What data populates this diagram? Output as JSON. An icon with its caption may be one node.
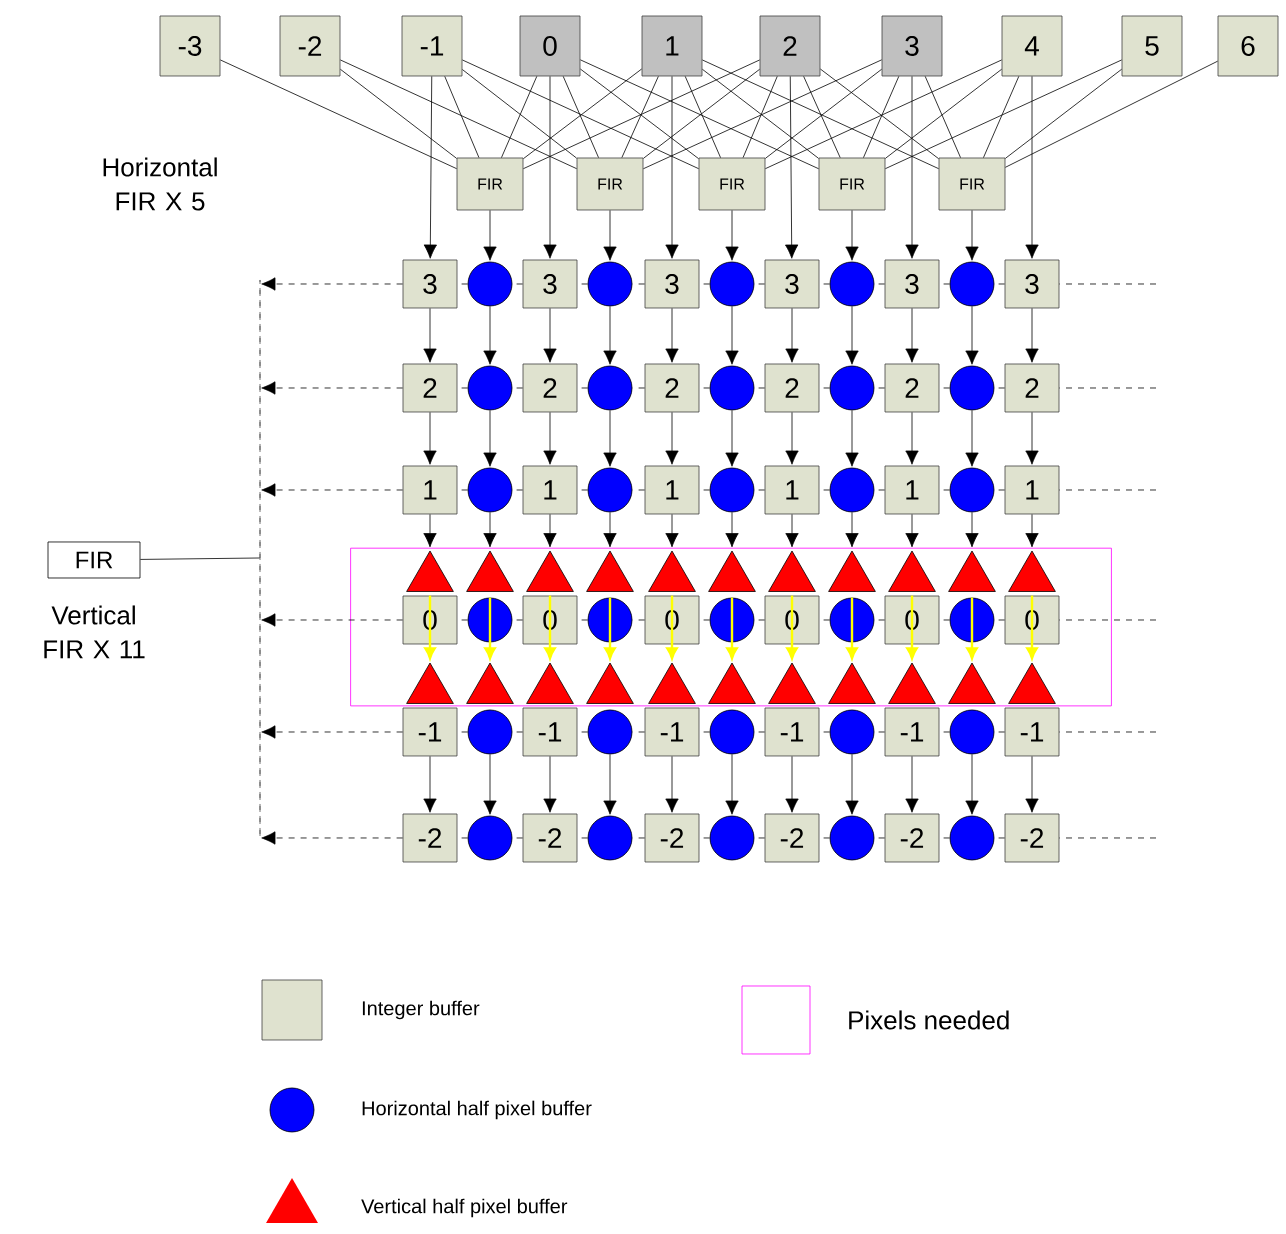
{
  "diagram": {
    "nodes": [
      {
        "text": [
          "-3"
        ]
      },
      {
        "text": [
          "-2"
        ]
      },
      {
        "text": [
          "-1"
        ]
      },
      {
        "text": [
          "0"
        ]
      },
      {
        "text": [
          "1"
        ]
      },
      {
        "text": [
          "2"
        ]
      },
      {
        "text": [
          "3"
        ]
      },
      {
        "text": [
          "4"
        ]
      },
      {
        "text": [
          "5"
        ]
      },
      {
        "text": [
          "6"
        ]
      },
      {
        "text": [
          "FIR"
        ]
      },
      {
        "text": [
          "FIR"
        ]
      },
      {
        "text": [
          "FIR"
        ]
      },
      {
        "text": [
          "FIR"
        ]
      },
      {
        "text": [
          "FIR"
        ]
      },
      {
        "text": [
          "3"
        ]
      },
      {
        "text": [],
        "shape": "circle"
      },
      {
        "text": [
          "3"
        ]
      },
      {
        "text": [],
        "shape": "circle"
      },
      {
        "text": [
          "3"
        ]
      },
      {
        "text": [],
        "shape": "circle"
      },
      {
        "text": [
          "3"
        ]
      },
      {
        "text": [],
        "shape": "circle"
      },
      {
        "text": [
          "3"
        ]
      },
      {
        "text": [],
        "shape": "circle"
      },
      {
        "text": [
          "3"
        ]
      },
      {
        "text": [
          "2"
        ]
      },
      {
        "text": [],
        "shape": "circle"
      },
      {
        "text": [
          "2"
        ]
      },
      {
        "text": [],
        "shape": "circle"
      },
      {
        "text": [
          "2"
        ]
      },
      {
        "text": [],
        "shape": "circle"
      },
      {
        "text": [
          "2"
        ]
      },
      {
        "text": [],
        "shape": "circle"
      },
      {
        "text": [
          "2"
        ]
      },
      {
        "text": [],
        "shape": "circle"
      },
      {
        "text": [
          "2"
        ]
      },
      {
        "text": [
          "1"
        ]
      },
      {
        "text": [],
        "shape": "circle"
      },
      {
        "text": [
          "1"
        ]
      },
      {
        "text": [],
        "shape": "circle"
      },
      {
        "text": [
          "1"
        ]
      },
      {
        "text": [],
        "shape": "circle"
      },
      {
        "text": [
          "1"
        ]
      },
      {
        "text": [],
        "shape": "circle"
      },
      {
        "text": [
          "1"
        ]
      },
      {
        "text": [],
        "shape": "circle"
      },
      {
        "text": [
          "1"
        ]
      },
      {
        "text": [],
        "shape": "box"
      },
      {
        "text": [],
        "shape": "triangle",
        "in": 48
      },
      {
        "text": [],
        "shape": "triangle",
        "in": 48
      },
      {
        "text": [],
        "shape": "triangle",
        "in": 48
      },
      {
        "text": [],
        "shape": "triangle",
        "in": 48
      },
      {
        "text": [],
        "shape": "triangle",
        "in": 48
      },
      {
        "text": [],
        "shape": "triangle",
        "in": 48
      },
      {
        "text": [],
        "shape": "triangle",
        "in": 48
      },
      {
        "text": [],
        "shape": "triangle",
        "in": 48
      },
      {
        "text": [],
        "shape": "triangle",
        "in": 48
      },
      {
        "text": [],
        "shape": "triangle",
        "in": 48
      },
      {
        "text": [],
        "shape": "triangle",
        "in": 48
      },
      {
        "text": [
          "0"
        ],
        "in": 48
      },
      {
        "text": [],
        "shape": "circle",
        "in": 48
      },
      {
        "text": [
          "0"
        ],
        "in": 48
      },
      {
        "text": [],
        "shape": "circle",
        "in": 48
      },
      {
        "text": [
          "0"
        ],
        "in": 48
      },
      {
        "text": [],
        "shape": "circle",
        "in": 48
      },
      {
        "text": [
          "0"
        ],
        "in": 48
      },
      {
        "text": [],
        "shape": "circle",
        "in": 48
      },
      {
        "text": [
          "0"
        ],
        "in": 48
      },
      {
        "text": [],
        "shape": "circle",
        "in": 48
      },
      {
        "text": [
          "0"
        ],
        "in": 48
      },
      {
        "text": [],
        "shape": "triangle",
        "in": 48
      },
      {
        "text": [],
        "shape": "triangle",
        "in": 48
      },
      {
        "text": [],
        "shape": "triangle",
        "in": 48
      },
      {
        "text": [],
        "shape": "triangle",
        "in": 48
      },
      {
        "text": [],
        "shape": "triangle",
        "in": 48
      },
      {
        "text": [],
        "shape": "triangle",
        "in": 48
      },
      {
        "text": [],
        "shape": "triangle",
        "in": 48
      },
      {
        "text": [],
        "shape": "triangle",
        "in": 48
      },
      {
        "text": [],
        "shape": "triangle",
        "in": 48
      },
      {
        "text": [],
        "shape": "triangle",
        "in": 48
      },
      {
        "text": [],
        "shape": "triangle",
        "in": 48
      },
      {
        "text": [
          "-1"
        ]
      },
      {
        "text": [],
        "shape": "circle"
      },
      {
        "text": [
          "-1"
        ]
      },
      {
        "text": [],
        "shape": "circle"
      },
      {
        "text": [
          "-1"
        ]
      },
      {
        "text": [],
        "shape": "circle"
      },
      {
        "text": [
          "-1"
        ]
      },
      {
        "text": [],
        "shape": "circle"
      },
      {
        "text": [
          "-1"
        ]
      },
      {
        "text": [],
        "shape": "circle"
      },
      {
        "text": [
          "-1"
        ]
      },
      {
        "text": [
          "-2"
        ]
      },
      {
        "text": [],
        "shape": "circle"
      },
      {
        "text": [
          "-2"
        ]
      },
      {
        "text": [],
        "shape": "circle"
      },
      {
        "text": [
          "-2"
        ]
      },
      {
        "text": [],
        "shape": "circle"
      },
      {
        "text": [
          "-2"
        ]
      },
      {
        "text": [],
        "shape": "circle"
      },
      {
        "text": [
          "-2"
        ]
      },
      {
        "text": [],
        "shape": "circle"
      },
      {
        "text": [
          "-2"
        ]
      },
      {
        "text": [
          "FIR"
        ],
        "beside": [
          "Vertical FIR X 11"
        ]
      },
      {
        "text": [],
        "shape": "bar"
      }
    ],
    "edges": [
      {
        "from": 0,
        "to": 10,
        "arrow": "none"
      },
      {
        "from": 1,
        "to": 10,
        "arrow": "none"
      },
      {
        "from": 2,
        "to": 10,
        "arrow": "none"
      },
      {
        "from": 3,
        "to": 10,
        "arrow": "none"
      },
      {
        "from": 4,
        "to": 10,
        "arrow": "none"
      },
      {
        "from": 5,
        "to": 10,
        "arrow": "none"
      },
      {
        "from": 1,
        "to": 11,
        "arrow": "none"
      },
      {
        "from": 2,
        "to": 11,
        "arrow": "none"
      },
      {
        "from": 3,
        "to": 11,
        "arrow": "none"
      },
      {
        "from": 4,
        "to": 11,
        "arrow": "none"
      },
      {
        "from": 5,
        "to": 11,
        "arrow": "none"
      },
      {
        "from": 6,
        "to": 11,
        "arrow": "none"
      },
      {
        "from": 2,
        "to": 12,
        "arrow": "none"
      },
      {
        "from": 3,
        "to": 12,
        "arrow": "none"
      },
      {
        "from": 4,
        "to": 12,
        "arrow": "none"
      },
      {
        "from": 5,
        "to": 12,
        "arrow": "none"
      },
      {
        "from": 6,
        "to": 12,
        "arrow": "none"
      },
      {
        "from": 7,
        "to": 12,
        "arrow": "none"
      },
      {
        "from": 3,
        "to": 13,
        "arrow": "none"
      },
      {
        "from": 4,
        "to": 13,
        "arrow": "none"
      },
      {
        "from": 5,
        "to": 13,
        "arrow": "none"
      },
      {
        "from": 6,
        "to": 13,
        "arrow": "none"
      },
      {
        "from": 7,
        "to": 13,
        "arrow": "none"
      },
      {
        "from": 8,
        "to": 13,
        "arrow": "none"
      },
      {
        "from": 4,
        "to": 14,
        "arrow": "none"
      },
      {
        "from": 5,
        "to": 14,
        "arrow": "none"
      },
      {
        "from": 6,
        "to": 14,
        "arrow": "none"
      },
      {
        "from": 7,
        "to": 14,
        "arrow": "none"
      },
      {
        "from": 8,
        "to": 14,
        "arrow": "none"
      },
      {
        "from": 9,
        "to": 14,
        "arrow": "none"
      },
      {
        "from": 2,
        "to": 15,
        "arrow": "to"
      },
      {
        "from": 3,
        "to": 17,
        "arrow": "to"
      },
      {
        "from": 4,
        "to": 19,
        "arrow": "to"
      },
      {
        "from": 5,
        "to": 21,
        "arrow": "to"
      },
      {
        "from": 6,
        "to": 23,
        "arrow": "to"
      },
      {
        "from": 7,
        "to": 25,
        "arrow": "to"
      },
      {
        "from": 10,
        "to": 16,
        "arrow": "to"
      },
      {
        "from": 11,
        "to": 18,
        "arrow": "to"
      },
      {
        "from": 12,
        "to": 20,
        "arrow": "to"
      },
      {
        "from": 13,
        "to": 22,
        "arrow": "to"
      },
      {
        "from": 14,
        "to": 24,
        "arrow": "to"
      },
      {
        "from": 15,
        "to": 26,
        "arrow": "to"
      },
      {
        "from": 16,
        "to": 27,
        "arrow": "to"
      },
      {
        "from": 17,
        "to": 28,
        "arrow": "to"
      },
      {
        "from": 18,
        "to": 29,
        "arrow": "to"
      },
      {
        "from": 19,
        "to": 30,
        "arrow": "to"
      },
      {
        "from": 20,
        "to": 31,
        "arrow": "to"
      },
      {
        "from": 21,
        "to": 32,
        "arrow": "to"
      },
      {
        "from": 22,
        "to": 33,
        "arrow": "to"
      },
      {
        "from": 23,
        "to": 34,
        "arrow": "to"
      },
      {
        "from": 24,
        "to": 35,
        "arrow": "to"
      },
      {
        "from": 25,
        "to": 36,
        "arrow": "to"
      },
      {
        "from": 26,
        "to": 37,
        "arrow": "to"
      },
      {
        "from": 27,
        "to": 38,
        "arrow": "to"
      },
      {
        "from": 28,
        "to": 39,
        "arrow": "to"
      },
      {
        "from": 29,
        "to": 40,
        "arrow": "to"
      },
      {
        "from": 30,
        "to": 41,
        "arrow": "to"
      },
      {
        "from": 31,
        "to": 42,
        "arrow": "to"
      },
      {
        "from": 32,
        "to": 43,
        "arrow": "to"
      },
      {
        "from": 33,
        "to": 44,
        "arrow": "to"
      },
      {
        "from": 34,
        "to": 45,
        "arrow": "to"
      },
      {
        "from": 35,
        "to": 46,
        "arrow": "to"
      },
      {
        "from": 36,
        "to": 47,
        "arrow": "to"
      },
      {
        "from": 37,
        "to": 49,
        "arrow": "to"
      },
      {
        "from": 38,
        "to": 50,
        "arrow": "to"
      },
      {
        "from": 39,
        "to": 51,
        "arrow": "to"
      },
      {
        "from": 40,
        "to": 52,
        "arrow": "to"
      },
      {
        "from": 41,
        "to": 53,
        "arrow": "to"
      },
      {
        "from": 42,
        "to": 54,
        "arrow": "to"
      },
      {
        "from": 43,
        "to": 55,
        "arrow": "to"
      },
      {
        "from": 44,
        "to": 56,
        "arrow": "to"
      },
      {
        "from": 45,
        "to": 57,
        "arrow": "to"
      },
      {
        "from": 46,
        "to": 58,
        "arrow": "to"
      },
      {
        "from": 47,
        "to": 59,
        "arrow": "to"
      },
      {
        "from": 60,
        "to": 71,
        "arrow": "to",
        "color": "#ffff00"
      },
      {
        "from": 61,
        "to": 72,
        "arrow": "to",
        "color": "#ffff00"
      },
      {
        "from": 62,
        "to": 73,
        "arrow": "to",
        "color": "#ffff00"
      },
      {
        "from": 63,
        "to": 74,
        "arrow": "to",
        "color": "#ffff00"
      },
      {
        "from": 64,
        "to": 75,
        "arrow": "to",
        "color": "#ffff00"
      },
      {
        "from": 65,
        "to": 76,
        "arrow": "to",
        "color": "#ffff00"
      },
      {
        "from": 66,
        "to": 77,
        "arrow": "to",
        "color": "#ffff00"
      },
      {
        "from": 67,
        "to": 78,
        "arrow": "to",
        "color": "#ffff00"
      },
      {
        "from": 68,
        "to": 79,
        "arrow": "to",
        "color": "#ffff00"
      },
      {
        "from": 69,
        "to": 80,
        "arrow": "to",
        "color": "#ffff00"
      },
      {
        "from": 70,
        "to": 81,
        "arrow": "to",
        "color": "#ffff00"
      },
      {
        "from": 82,
        "to": 93,
        "arrow": "to"
      },
      {
        "from": 83,
        "to": 94,
        "arrow": "to"
      },
      {
        "from": 84,
        "to": 95,
        "arrow": "to"
      },
      {
        "from": 85,
        "to": 96,
        "arrow": "to"
      },
      {
        "from": 86,
        "to": 97,
        "arrow": "to"
      },
      {
        "from": 87,
        "to": 98,
        "arrow": "to"
      },
      {
        "from": 88,
        "to": 99,
        "arrow": "to"
      },
      {
        "from": 89,
        "to": 100,
        "arrow": "to"
      },
      {
        "from": 90,
        "to": 101,
        "arrow": "to"
      },
      {
        "from": 91,
        "to": 102,
        "arrow": "to"
      },
      {
        "from": 92,
        "to": 103,
        "arrow": "to"
      },
      {
        "from": null,
        "to": 105,
        "arrow": "to",
        "style": "dashed"
      },
      {
        "from": null,
        "to": 105,
        "arrow": "to",
        "style": "dashed"
      },
      {
        "from": null,
        "to": 105,
        "arrow": "to",
        "style": "dashed"
      },
      {
        "from": null,
        "to": 105,
        "arrow": "to",
        "style": "dashed"
      },
      {
        "from": null,
        "to": 105,
        "arrow": "to",
        "style": "dashed"
      },
      {
        "from": null,
        "to": 105,
        "arrow": "to",
        "style": "dashed"
      },
      {
        "from": 105,
        "to": 104,
        "arrow": "none"
      }
    ],
    "labels": [
      "Horizontal FIR X 5"
    ],
    "legend": [
      {
        "text": "Integer buffer",
        "color": "#dfe2cf"
      },
      {
        "text": "Pixels needed"
      },
      {
        "text": "Horizontal half pixel buffer",
        "color": "#0000ff"
      },
      {
        "text": "Vertical half pixel buffer",
        "color": "#ff0000"
      }
    ]
  }
}
